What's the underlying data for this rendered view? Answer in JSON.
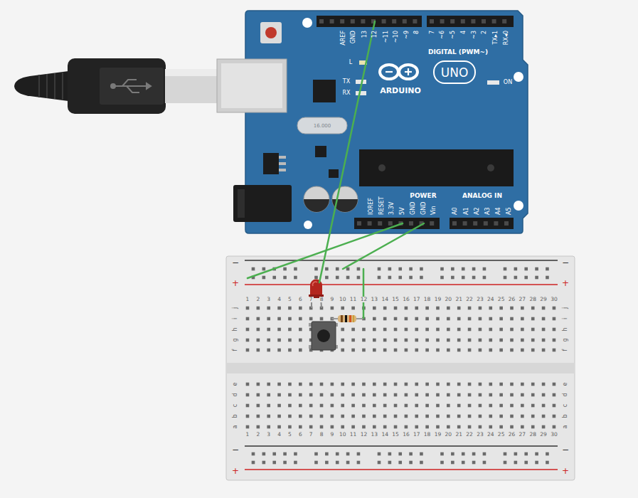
{
  "diagram": {
    "labels": [
      "AREF",
      "GND",
      "13",
      "12",
      "~11",
      "~10",
      "~9",
      "8",
      "7",
      "~6",
      "~5",
      "4",
      "~3",
      "2",
      "TX▸1",
      "RX◂0",
      "DIGITAL (PWM~)",
      "L",
      "TX",
      "RX",
      "ARDUINO",
      "UNO",
      "ON",
      "16.000",
      "IOREF",
      "RESET",
      "3.3V",
      "5V",
      "GND",
      "GND",
      "Vin",
      "POWER",
      "ANALOG IN",
      "A0",
      "A1",
      "A2",
      "A3",
      "A4",
      "A5",
      "−",
      "−",
      "+",
      "+",
      "1",
      "2",
      "3",
      "4",
      "5",
      "6",
      "7",
      "8",
      "9",
      "10",
      "11",
      "12",
      "13",
      "14",
      "15",
      "16",
      "17",
      "18",
      "19",
      "20",
      "21",
      "22",
      "23",
      "24",
      "25",
      "26",
      "27",
      "28",
      "29",
      "30",
      "j",
      "i",
      "h",
      "g",
      "f",
      "j",
      "i",
      "h",
      "g",
      "f",
      "e",
      "d",
      "c",
      "b",
      "a",
      "e",
      "d",
      "c",
      "b",
      "a",
      "1",
      "2",
      "3",
      "4",
      "5",
      "6",
      "7",
      "8",
      "9",
      "10",
      "11",
      "12",
      "13",
      "14",
      "15",
      "16",
      "17",
      "18",
      "19",
      "20",
      "21",
      "22",
      "23",
      "24",
      "25",
      "26",
      "27",
      "28",
      "29",
      "30",
      "−",
      "−",
      "+",
      "+"
    ]
  }
}
